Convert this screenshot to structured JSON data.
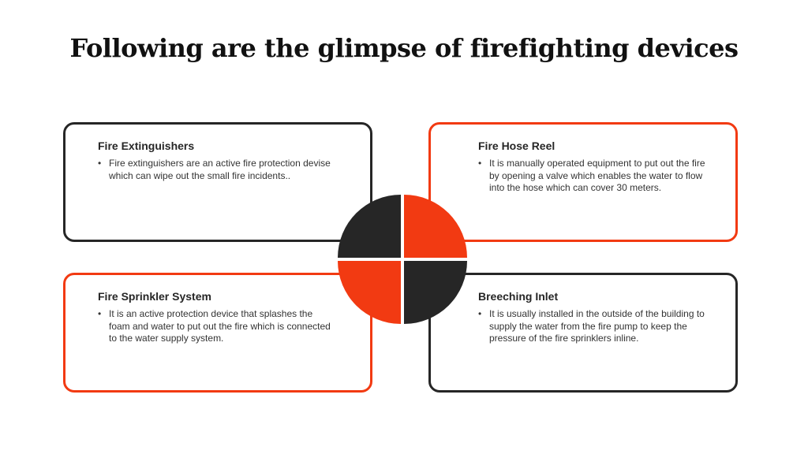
{
  "title": "Following are the glimpse of firefighting devices",
  "colors": {
    "accent": "#f23a12",
    "dark": "#262626"
  },
  "cards": [
    {
      "heading": "Fire Extinguishers",
      "text": "Fire extinguishers are an active fire protection devise which can wipe out the small fire incidents..",
      "border": "dark"
    },
    {
      "heading": "Fire Hose Reel",
      "text": "It is manually operated equipment to put out the fire by opening a valve which enables the water to flow into the hose which can cover 30 meters.",
      "border": "accent"
    },
    {
      "heading": "Fire Sprinkler System",
      "text": "It is an active protection device that splashes the foam and water to put out the fire which is connected to the water supply system.",
      "border": "accent"
    },
    {
      "heading": "Breeching Inlet",
      "text": "It is usually installed in the outside of the building to supply the water from the fire pump to keep the pressure of the fire sprinklers inline.",
      "border": "dark"
    }
  ],
  "bullet": "•"
}
